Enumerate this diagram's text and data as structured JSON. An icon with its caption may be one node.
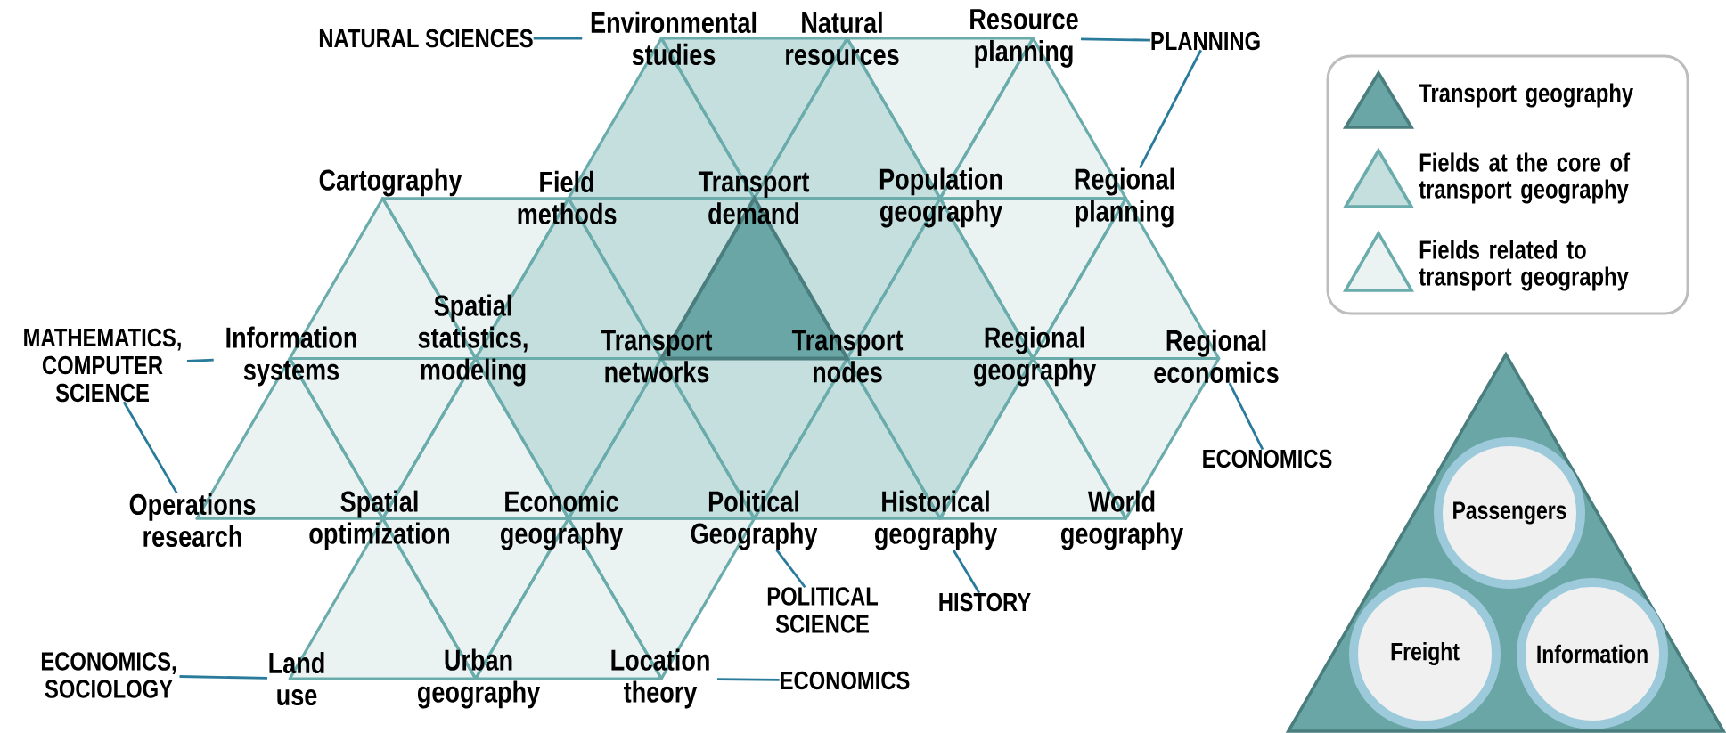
{
  "diagram": {
    "nodes": [
      {
        "text": [
          "NATURAL SCIENCES"
        ]
      },
      {
        "text": [
          "Environmental studies"
        ]
      },
      {
        "text": [
          "Natural resources"
        ]
      },
      {
        "text": [
          "Resource planning"
        ]
      },
      {
        "text": [
          "PLANNING"
        ]
      },
      {
        "text": [
          "Cartography"
        ]
      },
      {
        "text": [
          "Field methods"
        ]
      },
      {
        "text": [
          "Transport demand"
        ]
      },
      {
        "text": [
          "Population geography"
        ]
      },
      {
        "text": [
          "Regional planning"
        ]
      },
      {
        "text": [
          "MATHEMATICS, COMPUTER SCIENCE"
        ]
      },
      {
        "text": [
          "Information systems"
        ]
      },
      {
        "text": [
          "Spatial statistics, modeling"
        ]
      },
      {
        "text": [
          "Transport networks"
        ]
      },
      {
        "text": [
          "Transport nodes"
        ]
      },
      {
        "text": [
          "Regional geography"
        ]
      },
      {
        "text": [
          "Regional economics"
        ]
      },
      {
        "text": [
          "Operations research"
        ]
      },
      {
        "text": [
          "Spatial optimization"
        ]
      },
      {
        "text": [
          "Economic geography"
        ]
      },
      {
        "text": [
          "Political Geography"
        ]
      },
      {
        "text": [
          "Historical geography"
        ]
      },
      {
        "text": [
          "World geography"
        ]
      },
      {
        "text": [
          "ECONOMICS"
        ]
      },
      {
        "text": [
          "POLITICAL SCIENCE"
        ]
      },
      {
        "text": [
          "HISTORY"
        ]
      },
      {
        "text": [
          "ECONOMICS, SOCIOLOGY"
        ]
      },
      {
        "text": [
          "Land use"
        ]
      },
      {
        "text": [
          "Urban geography"
        ]
      },
      {
        "text": [
          "Location theory"
        ]
      },
      {
        "text": [
          "ECONOMICS"
        ]
      },
      {
        "text": [],
        "shape": "triangle"
      },
      {
        "text": [
          "Passengers"
        ],
        "in": 31
      },
      {
        "text": [
          "Freight"
        ],
        "in": 31
      },
      {
        "text": [
          "Information"
        ],
        "in": 31
      }
    ],
    "edges": [
      {
        "from": 0,
        "to": 1,
        "arrow": "none"
      },
      {
        "from": 4,
        "to": 3,
        "arrow": "none"
      },
      {
        "from": 4,
        "to": 9,
        "arrow": "none"
      },
      {
        "from": 10,
        "to": 11,
        "arrow": "none"
      },
      {
        "from": 10,
        "to": 17,
        "arrow": "none"
      },
      {
        "from": 23,
        "to": 16,
        "arrow": "none"
      },
      {
        "from": 24,
        "to": 20,
        "arrow": "none"
      },
      {
        "from": 25,
        "to": 21,
        "arrow": "none"
      },
      {
        "from": 26,
        "to": 27,
        "arrow": "none"
      },
      {
        "from": 30,
        "to": 29,
        "arrow": "none"
      }
    ],
    "legend": [
      {
        "text": "Transport geography",
        "color": "#6aa6a6"
      },
      {
        "text": "Fields at the core of transport geography",
        "color": "#c5dede"
      },
      {
        "text": "Fields related to transport geography",
        "color": "#eaf3f2"
      }
    ]
  }
}
